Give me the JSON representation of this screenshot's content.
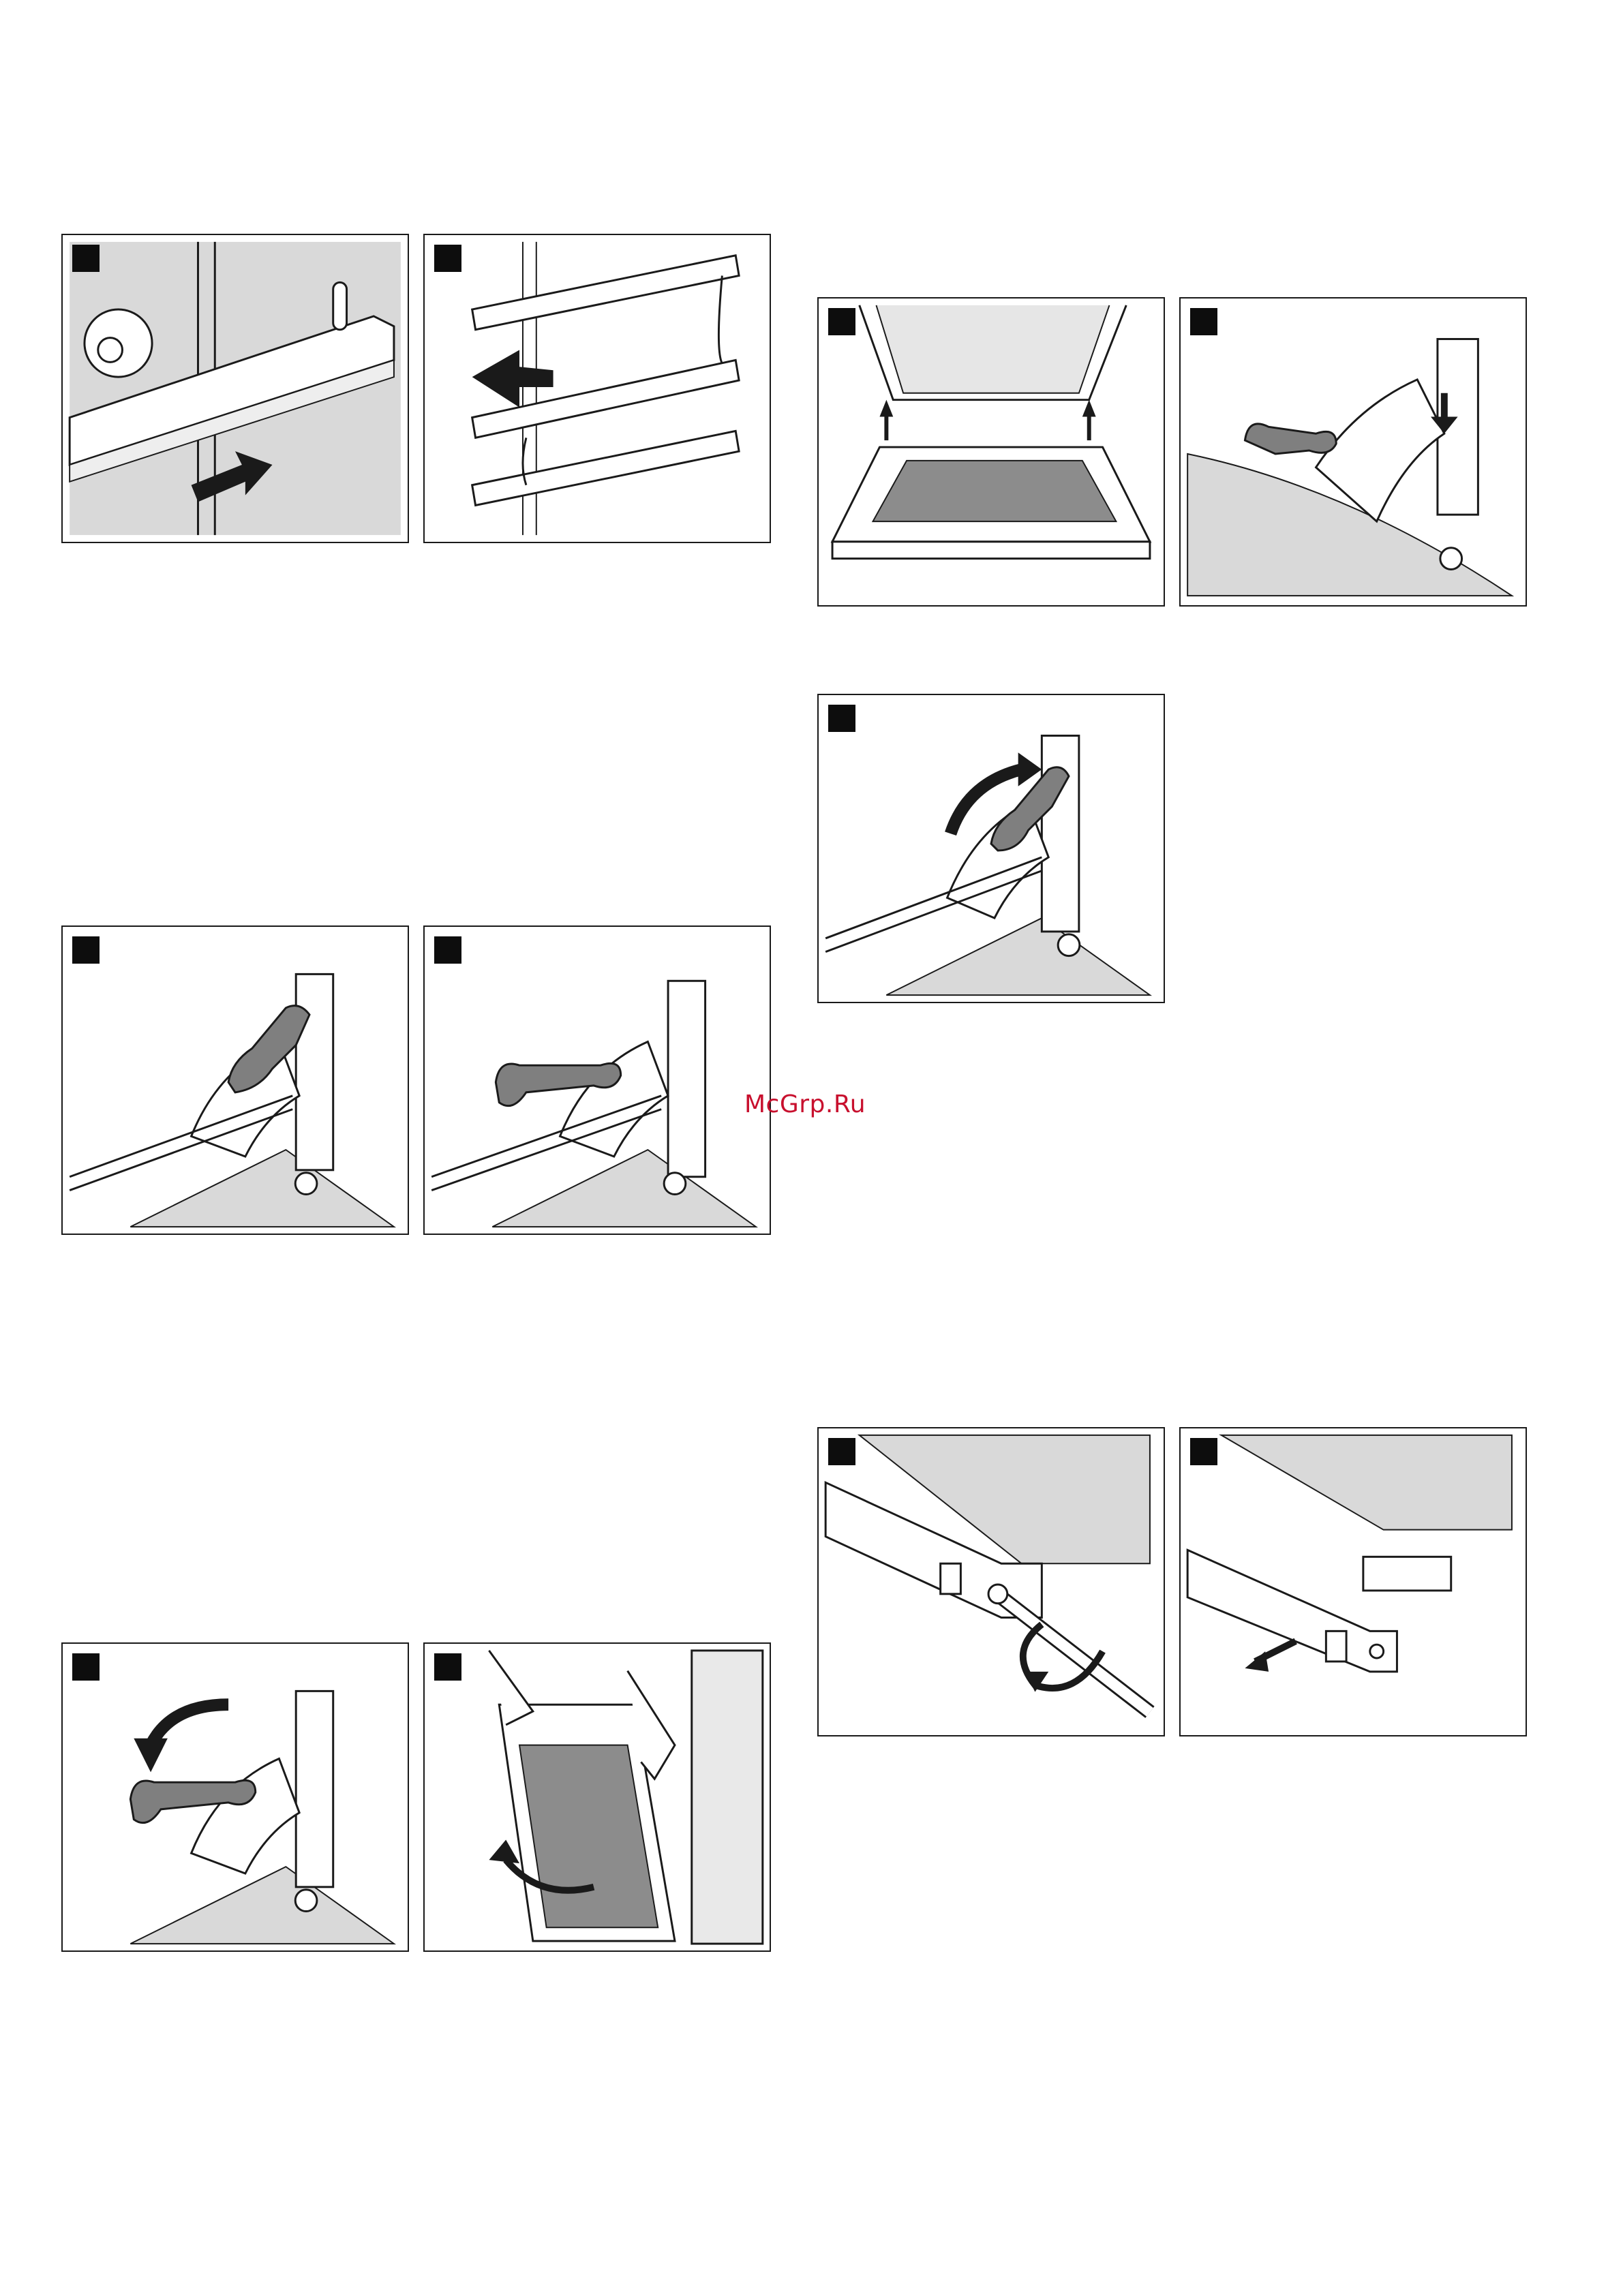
{
  "page": {
    "watermark": "McGrp.Ru"
  },
  "colors": {
    "panel_border": "#1a1a1a",
    "shade_gray": "#d9d9d9",
    "lever_gray": "#7f7f7f",
    "glass_gray": "#8c8c8c",
    "watermark_red": "#c8102e"
  },
  "figures": [
    {
      "id": "rail-push",
      "icons": [
        "shelf-rail-icon",
        "arrow-right-icon"
      ]
    },
    {
      "id": "rails-remove",
      "icons": [
        "shelf-rails-icon",
        "arrow-left-icon"
      ]
    },
    {
      "id": "door-glass-lift",
      "icons": [
        "oven-door-icon",
        "arrow-up-icon"
      ]
    },
    {
      "id": "hinge-lock-down",
      "icons": [
        "hinge-icon",
        "arrow-down-icon"
      ]
    },
    {
      "id": "hinge-lever-up",
      "icons": [
        "hinge-icon",
        "arrow-curved-up-icon"
      ]
    },
    {
      "id": "hinge-lever-open",
      "icons": [
        "hinge-icon"
      ]
    },
    {
      "id": "hinge-lever-folded",
      "icons": [
        "hinge-icon"
      ]
    },
    {
      "id": "screw-unscrew",
      "icons": [
        "screwdriver-icon",
        "arrow-rotate-icon"
      ]
    },
    {
      "id": "cover-remove",
      "icons": [
        "cover-strip-icon",
        "arrow-down-left-icon"
      ]
    },
    {
      "id": "hinge-lever-down",
      "icons": [
        "hinge-icon",
        "arrow-curved-down-icon"
      ]
    },
    {
      "id": "door-remove",
      "icons": [
        "oven-door-icon",
        "hands-icon",
        "arrow-curved-icon"
      ]
    }
  ]
}
